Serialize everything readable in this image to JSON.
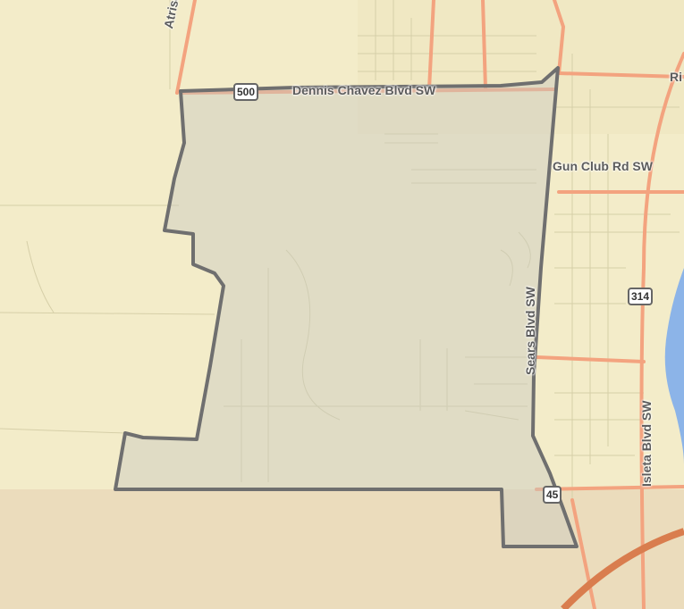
{
  "map": {
    "labels": {
      "atrisco": "Atrisco",
      "dennis_chavez": "Dennis Chavez Blvd SW",
      "gun_club": "Gun Club Rd SW",
      "sears_blvd": "Sears Blvd SW",
      "isleta_blvd": "Isleta Blvd SW",
      "rio_fragment": "Ri"
    },
    "shields": {
      "route_500": "500",
      "route_314": "314",
      "route_45": "45"
    },
    "colors": {
      "base_land": "#f3ecc9",
      "southern_land": "#ebdcbc",
      "boundary_stroke": "#6f6f6f",
      "boundary_fill": "#c9c9c2",
      "major_road": "#f3a37f",
      "freeway": "#d97d4e",
      "minor_road": "#d6cfa8",
      "water": "#8cb4e8"
    }
  }
}
